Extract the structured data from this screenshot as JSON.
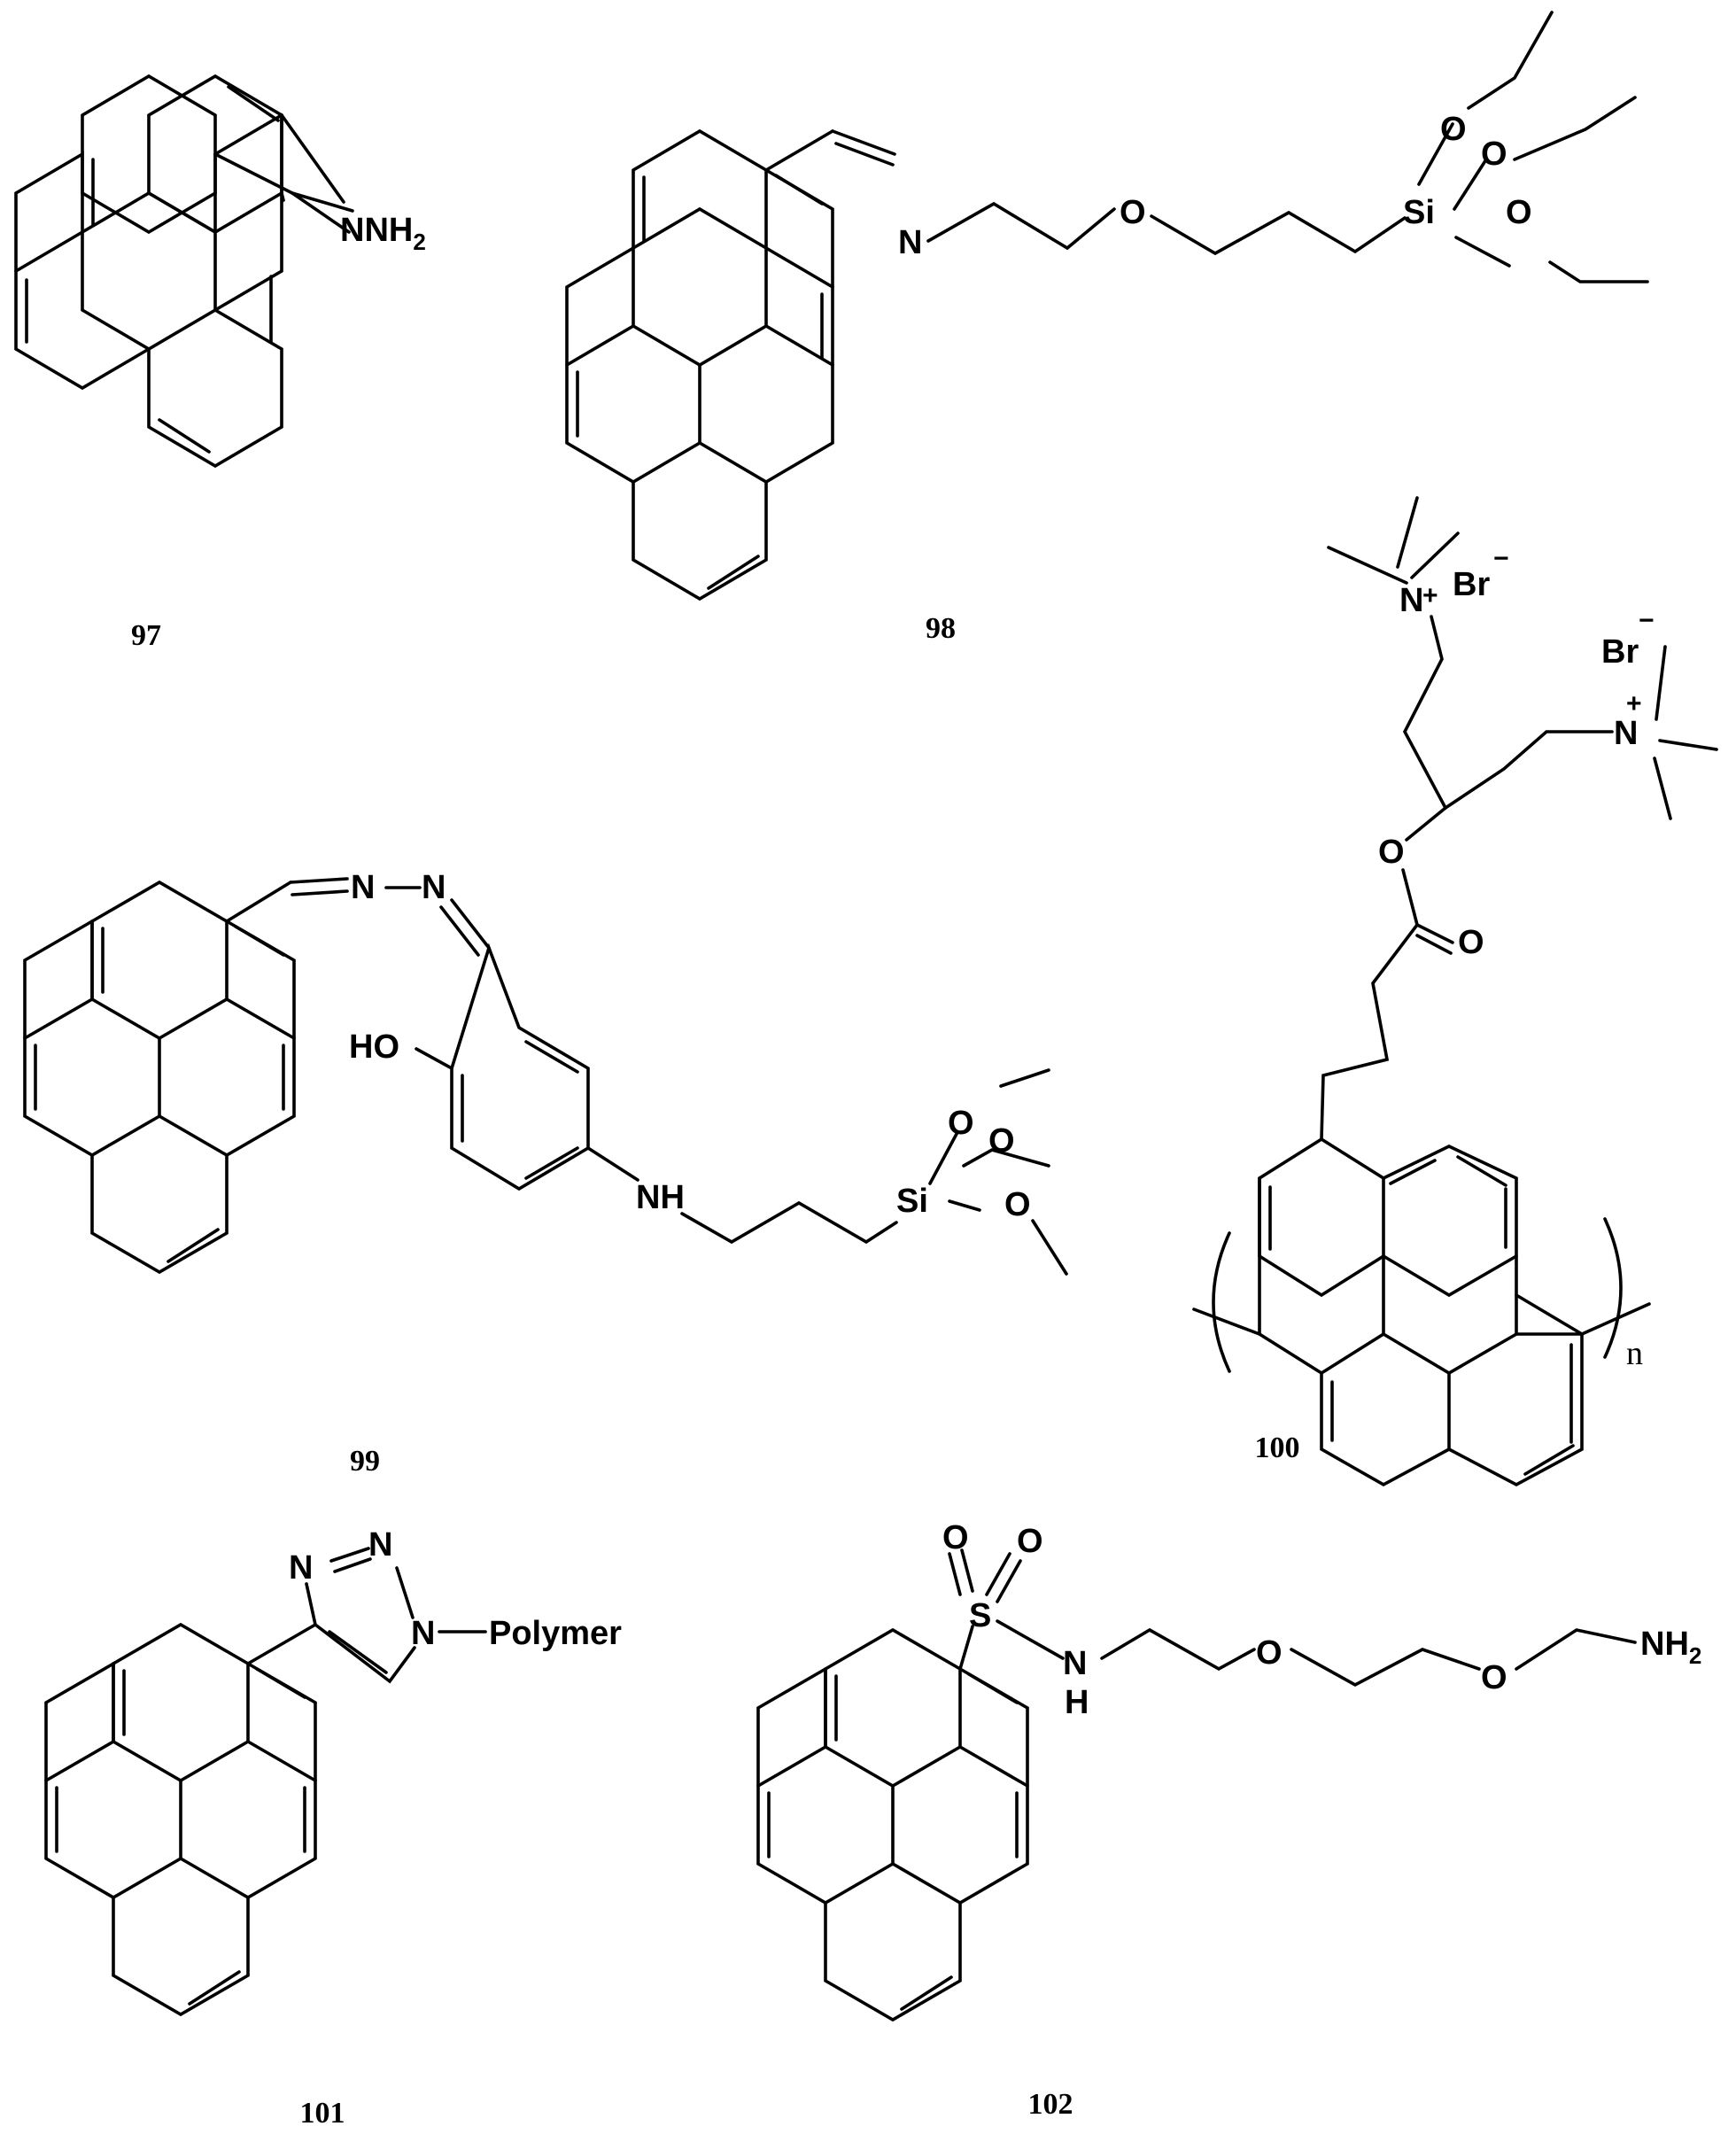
{
  "compounds": [
    {
      "id": "c97",
      "number": "97"
    },
    {
      "id": "c98",
      "number": "98"
    },
    {
      "id": "c99",
      "number": "99"
    },
    {
      "id": "c100",
      "number": "100"
    },
    {
      "id": "c101",
      "number": "101"
    },
    {
      "id": "c102",
      "number": "102"
    }
  ],
  "atoms": {
    "c97": {
      "nnh2": "NNH"
    },
    "c98": {
      "n": "N",
      "o": "O",
      "si": "Si",
      "o1": "O",
      "o2": "O",
      "o3": "O"
    },
    "c99": {
      "n1": "N",
      "n2": "N",
      "ho": "HO",
      "nh": "NH",
      "si": "Si",
      "o1": "O",
      "o2": "O",
      "o3": "O"
    },
    "c100": {
      "n1": "N",
      "n2": "N",
      "br1": "Br",
      "br2": "Br",
      "o_ester": "O",
      "o_carbonyl": "O",
      "repeat": "n"
    },
    "c101": {
      "n1": "N",
      "n2": "N",
      "n3": "N",
      "polymer": "Polymer"
    },
    "c102": {
      "s": "S",
      "o1": "O",
      "o2": "O",
      "n": "N",
      "h": "H",
      "o3": "O",
      "o4": "O",
      "nh2": "NH"
    }
  },
  "subscripts": {
    "two": "2"
  },
  "charges": {
    "plus": "+",
    "minus": "−"
  }
}
